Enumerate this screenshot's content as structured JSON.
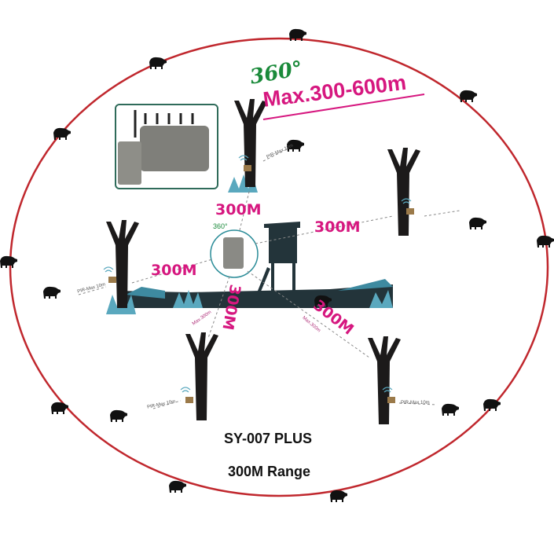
{
  "header": {
    "angle": "360°",
    "range": "Max.300-600m"
  },
  "center_angle": "360°",
  "distance_labels": [
    "300M",
    "300M",
    "300M",
    "300M",
    "300M"
  ],
  "pir_labels": [
    "PIR-Max 10m",
    "PIR-Max 10m",
    "PIR-Max 10m",
    "PIR-Max 10m"
  ],
  "max_labels": [
    "Max.300m",
    "Max.300m"
  ],
  "footer": {
    "model": "SY-007 PLUS",
    "range": "300M Range"
  },
  "colors": {
    "ring": "#c0272d",
    "accent": "#d6177f",
    "green": "#1a8a3a",
    "snow": "#5aa8be",
    "tree": "#1c1a1a"
  }
}
